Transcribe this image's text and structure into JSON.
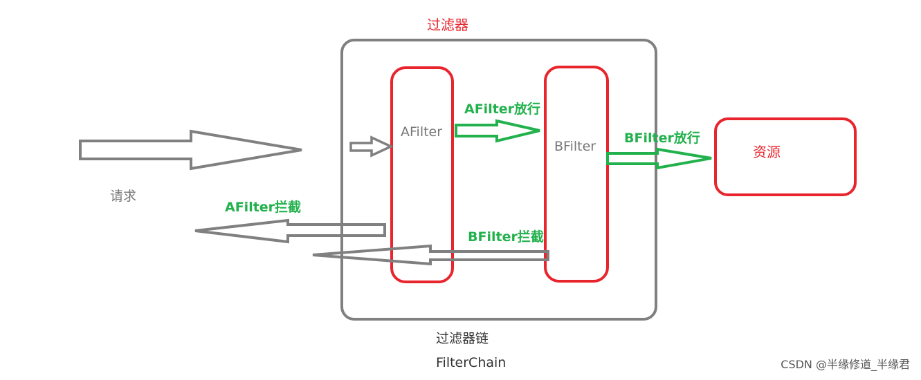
{
  "title": "过滤器",
  "nodes": {
    "chain_label": "过滤器链",
    "chain_sublabel": "FilterChain",
    "afilter": "AFilter",
    "bfilter": "BFilter",
    "resource": "资源"
  },
  "edges": {
    "request": "请求",
    "afilter_pass": "AFilter放行",
    "bfilter_pass": "BFilter放行",
    "afilter_block": "AFilter拦截",
    "bfilter_block": "BFilter拦截"
  },
  "watermark": "CSDN @半缘修道_半缘君",
  "colors": {
    "gray": "#808080",
    "red": "#e8242c",
    "green": "#22b14c",
    "label_gray": "#777777"
  }
}
